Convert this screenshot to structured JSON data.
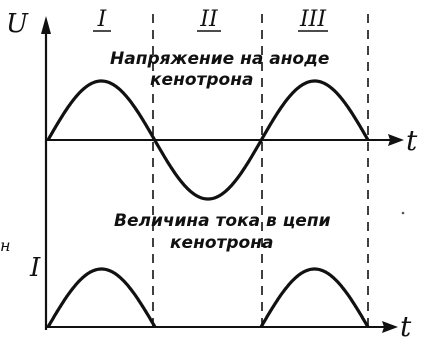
{
  "diagram": {
    "axis_u": "U",
    "axis_i": "I",
    "axis_t": "t",
    "axis_t_bottom": "t",
    "periods": [
      "I",
      "II",
      "III"
    ],
    "caption_voltage_line1": "Напряжение на аноде",
    "caption_voltage_line2": "кенотрона",
    "caption_current_line1": "Величина тока в цепи",
    "caption_current_line2": "кенотрона",
    "stray_mark": "н",
    "ink_color": "#111111"
  }
}
